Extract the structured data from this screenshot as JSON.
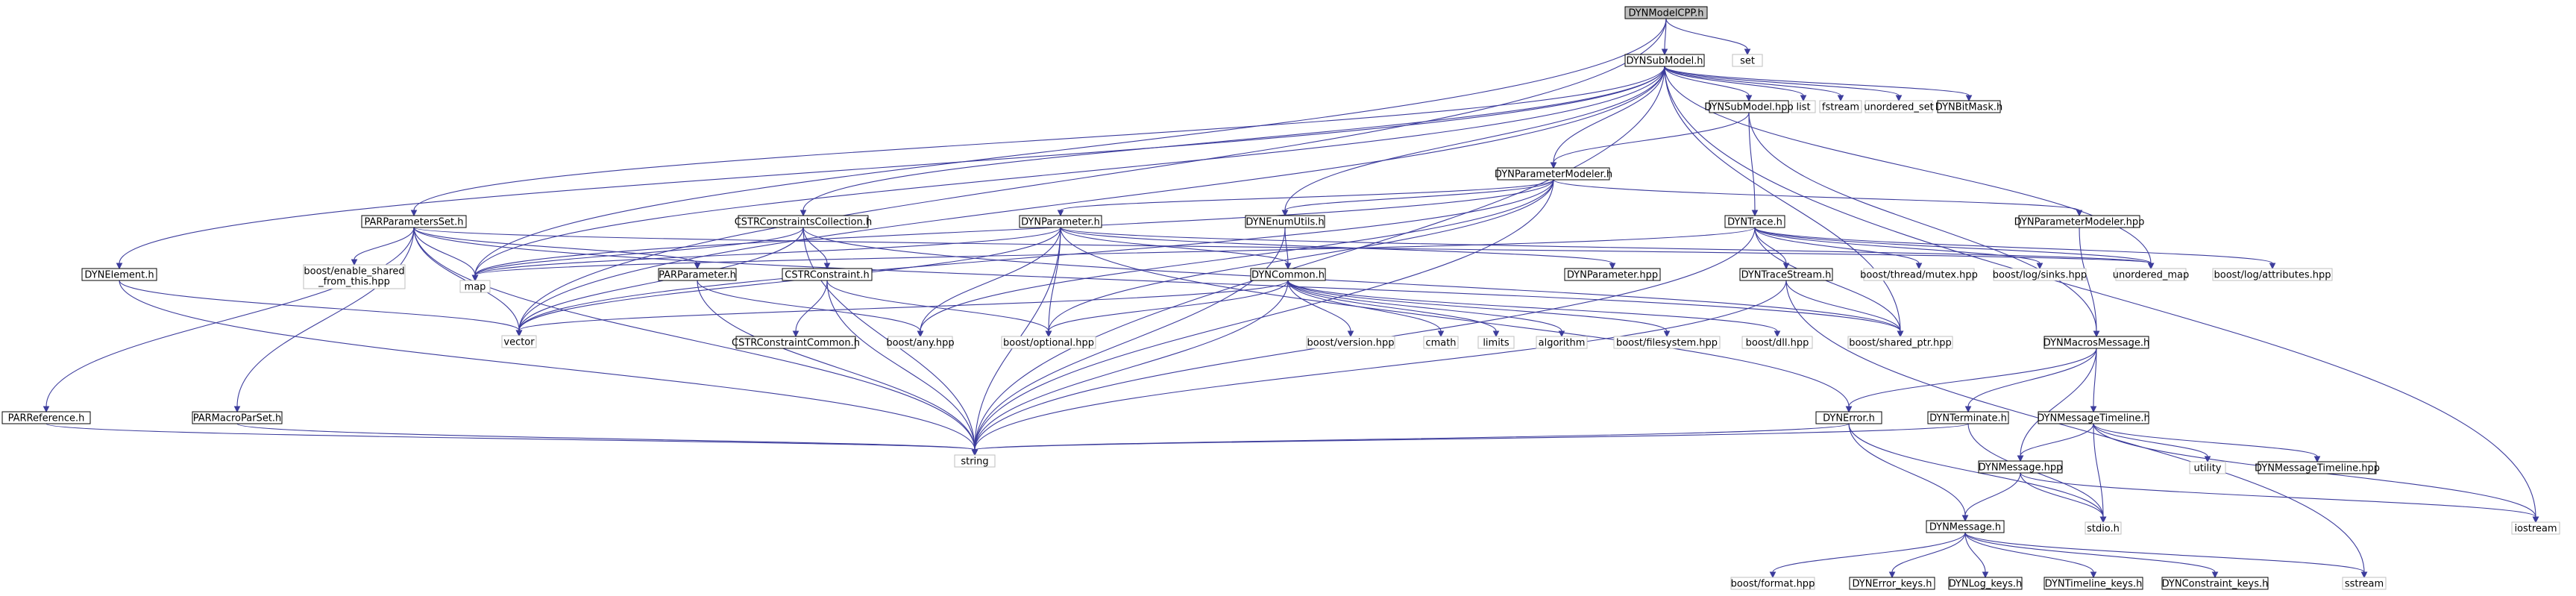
{
  "colors": {
    "edge": "#3c3c9c",
    "root_fill": "#bfbfbf",
    "node_fill": "#ffffff",
    "node_stroke": "#000000",
    "external_stroke": "#bfbfbf"
  },
  "nodes": [
    {
      "id": "root",
      "label": "DYNModelCPP.h",
      "kind": "root"
    },
    {
      "id": "submodel",
      "label": "DYNSubModel.h",
      "kind": "local"
    },
    {
      "id": "set",
      "label": "set",
      "kind": "external"
    },
    {
      "id": "vector",
      "label": "vector",
      "kind": "external"
    },
    {
      "id": "map",
      "label": "map",
      "kind": "external"
    },
    {
      "id": "list",
      "label": "list",
      "kind": "external"
    },
    {
      "id": "fstream",
      "label": "fstream",
      "kind": "external"
    },
    {
      "id": "unordered_set",
      "label": "unordered_set",
      "kind": "external"
    },
    {
      "id": "bitmask",
      "label": "DYNBitMask.h",
      "kind": "local"
    },
    {
      "id": "iostream",
      "label": "iostream",
      "kind": "external"
    },
    {
      "id": "submodelhpp",
      "label": "DYNSubModel.hpp",
      "kind": "local"
    },
    {
      "id": "parammodeler",
      "label": "DYNParameterModeler.h",
      "kind": "local"
    },
    {
      "id": "paramset",
      "label": "PARParametersSet.h",
      "kind": "local"
    },
    {
      "id": "cstrcoll",
      "label": "CSTRConstraintsCollection.h",
      "kind": "local"
    },
    {
      "id": "dynparam",
      "label": "DYNParameter.h",
      "kind": "local"
    },
    {
      "id": "enumutils",
      "label": "DYNEnumUtils.h",
      "kind": "local"
    },
    {
      "id": "trace",
      "label": "DYNTrace.h",
      "kind": "local"
    },
    {
      "id": "parammodelerhpp",
      "label": "DYNParameterModeler.hpp",
      "kind": "local"
    },
    {
      "id": "element",
      "label": "DYNElement.h",
      "kind": "local"
    },
    {
      "id": "enable_shared",
      "label": "boost/enable_shared",
      "label2": "_from_this.hpp",
      "kind": "external"
    },
    {
      "id": "parparam",
      "label": "PARParameter.h",
      "kind": "local"
    },
    {
      "id": "cstrconstraint",
      "label": "CSTRConstraint.h",
      "kind": "local"
    },
    {
      "id": "dyncommon",
      "label": "DYNCommon.h",
      "kind": "local"
    },
    {
      "id": "dynparamhpp",
      "label": "DYNParameter.hpp",
      "kind": "local"
    },
    {
      "id": "tracestream",
      "label": "DYNTraceStream.h",
      "kind": "local"
    },
    {
      "id": "thread_mutex",
      "label": "boost/thread/mutex.hpp",
      "kind": "external"
    },
    {
      "id": "log_sinks",
      "label": "boost/log/sinks.hpp",
      "kind": "external"
    },
    {
      "id": "unordered_map",
      "label": "unordered_map",
      "kind": "external"
    },
    {
      "id": "log_attributes",
      "label": "boost/log/attributes.hpp",
      "kind": "external"
    },
    {
      "id": "boost_any",
      "label": "boost/any.hpp",
      "kind": "external"
    },
    {
      "id": "boost_optional",
      "label": "boost/optional.hpp",
      "kind": "external"
    },
    {
      "id": "cstrcommon",
      "label": "CSTRConstraintCommon.h",
      "kind": "local"
    },
    {
      "id": "boost_version",
      "label": "boost/version.hpp",
      "kind": "external"
    },
    {
      "id": "cmath",
      "label": "cmath",
      "kind": "external"
    },
    {
      "id": "limits",
      "label": "limits",
      "kind": "external"
    },
    {
      "id": "algorithm",
      "label": "algorithm",
      "kind": "external"
    },
    {
      "id": "boost_fs",
      "label": "boost/filesystem.hpp",
      "kind": "external"
    },
    {
      "id": "boost_dll",
      "label": "boost/dll.hpp",
      "kind": "external"
    },
    {
      "id": "shared_ptr",
      "label": "boost/shared_ptr.hpp",
      "kind": "external"
    },
    {
      "id": "macrosmsg",
      "label": "DYNMacrosMessage.h",
      "kind": "local"
    },
    {
      "id": "parref",
      "label": "PARReference.h",
      "kind": "local"
    },
    {
      "id": "parmacro",
      "label": "PARMacroParSet.h",
      "kind": "local"
    },
    {
      "id": "string",
      "label": "string",
      "kind": "external"
    },
    {
      "id": "dynerror",
      "label": "DYNError.h",
      "kind": "local"
    },
    {
      "id": "terminate",
      "label": "DYNTerminate.h",
      "kind": "local"
    },
    {
      "id": "msgtimeline",
      "label": "DYNMessageTimeline.h",
      "kind": "local"
    },
    {
      "id": "msghpp",
      "label": "DYNMessage.hpp",
      "kind": "local"
    },
    {
      "id": "utility",
      "label": "utility",
      "kind": "external"
    },
    {
      "id": "msgtimelinehpp",
      "label": "DYNMessageTimeline.hpp",
      "kind": "local"
    },
    {
      "id": "stdio",
      "label": "stdio.h",
      "kind": "external"
    },
    {
      "id": "dynmessage",
      "label": "DYNMessage.h",
      "kind": "local"
    },
    {
      "id": "boost_format",
      "label": "boost/format.hpp",
      "kind": "external"
    },
    {
      "id": "error_keys",
      "label": "DYNError_keys.h",
      "kind": "local"
    },
    {
      "id": "log_keys",
      "label": "DYNLog_keys.h",
      "kind": "local"
    },
    {
      "id": "timeline_keys",
      "label": "DYNTimeline_keys.h",
      "kind": "local"
    },
    {
      "id": "constraint_keys",
      "label": "DYNConstraint_keys.h",
      "kind": "local"
    },
    {
      "id": "sstream",
      "label": "sstream",
      "kind": "external"
    }
  ],
  "edges": [
    [
      "root",
      "submodel"
    ],
    [
      "root",
      "set"
    ],
    [
      "root",
      "vector"
    ],
    [
      "root",
      "map"
    ],
    [
      "submodel",
      "list"
    ],
    [
      "submodel",
      "fstream"
    ],
    [
      "submodel",
      "unordered_set"
    ],
    [
      "submodel",
      "bitmask"
    ],
    [
      "submodel",
      "iostream"
    ],
    [
      "submodel",
      "submodelhpp"
    ],
    [
      "submodel",
      "parammodeler"
    ],
    [
      "submodel",
      "paramset"
    ],
    [
      "submodel",
      "cstrcoll"
    ],
    [
      "submodel",
      "enumutils"
    ],
    [
      "submodel",
      "element"
    ],
    [
      "submodel",
      "map"
    ],
    [
      "submodel",
      "vector"
    ],
    [
      "submodel",
      "string"
    ],
    [
      "submodel",
      "unordered_map"
    ],
    [
      "submodel",
      "shared_ptr"
    ],
    [
      "submodelhpp",
      "parammodeler"
    ],
    [
      "submodelhpp",
      "trace"
    ],
    [
      "submodelhpp",
      "macrosmsg"
    ],
    [
      "parammodeler",
      "map"
    ],
    [
      "parammodeler",
      "vector"
    ],
    [
      "parammodeler",
      "string"
    ],
    [
      "parammodeler",
      "dynparam"
    ],
    [
      "parammodeler",
      "enumutils"
    ],
    [
      "parammodeler",
      "parammodelerhpp"
    ],
    [
      "parammodeler",
      "boost_any"
    ],
    [
      "parammodeler",
      "boost_optional"
    ],
    [
      "paramset",
      "map"
    ],
    [
      "paramset",
      "vector"
    ],
    [
      "paramset",
      "string"
    ],
    [
      "paramset",
      "enable_shared"
    ],
    [
      "paramset",
      "parparam"
    ],
    [
      "paramset",
      "parref"
    ],
    [
      "paramset",
      "parmacro"
    ],
    [
      "paramset",
      "shared_ptr"
    ],
    [
      "paramset",
      "unordered_map"
    ],
    [
      "cstrcoll",
      "cstrconstraint"
    ],
    [
      "cstrcoll",
      "map"
    ],
    [
      "cstrcoll",
      "vector"
    ],
    [
      "cstrcoll",
      "string"
    ],
    [
      "cstrcoll",
      "shared_ptr"
    ],
    [
      "dynparam",
      "map"
    ],
    [
      "dynparam",
      "vector"
    ],
    [
      "dynparam",
      "string"
    ],
    [
      "dynparam",
      "boost_any"
    ],
    [
      "dynparam",
      "boost_optional"
    ],
    [
      "dynparam",
      "dyncommon"
    ],
    [
      "dynparam",
      "dynparamhpp"
    ],
    [
      "dynparam",
      "dynerror"
    ],
    [
      "dynparam",
      "unordered_map"
    ],
    [
      "enumutils",
      "dyncommon"
    ],
    [
      "enumutils",
      "string"
    ],
    [
      "trace",
      "map"
    ],
    [
      "trace",
      "string"
    ],
    [
      "trace",
      "tracestream"
    ],
    [
      "trace",
      "thread_mutex"
    ],
    [
      "trace",
      "log_sinks"
    ],
    [
      "trace",
      "unordered_map"
    ],
    [
      "trace",
      "log_attributes"
    ],
    [
      "trace",
      "shared_ptr"
    ],
    [
      "parammodelerhpp",
      "macrosmsg"
    ],
    [
      "element",
      "vector"
    ],
    [
      "element",
      "string"
    ],
    [
      "parparam",
      "string"
    ],
    [
      "parparam",
      "boost_any"
    ],
    [
      "cstrconstraint",
      "cstrcommon"
    ],
    [
      "cstrconstraint",
      "string"
    ],
    [
      "cstrconstraint",
      "boost_optional"
    ],
    [
      "dyncommon",
      "vector"
    ],
    [
      "dyncommon",
      "string"
    ],
    [
      "dyncommon",
      "boost_optional"
    ],
    [
      "dyncommon",
      "boost_version"
    ],
    [
      "dyncommon",
      "cmath"
    ],
    [
      "dyncommon",
      "limits"
    ],
    [
      "dyncommon",
      "algorithm"
    ],
    [
      "dyncommon",
      "boost_fs"
    ],
    [
      "dyncommon",
      "boost_dll"
    ],
    [
      "tracestream",
      "shared_ptr"
    ],
    [
      "tracestream",
      "string"
    ],
    [
      "tracestream",
      "sstream"
    ],
    [
      "macrosmsg",
      "dynerror"
    ],
    [
      "macrosmsg",
      "terminate"
    ],
    [
      "macrosmsg",
      "msgtimeline"
    ],
    [
      "macrosmsg",
      "msghpp"
    ],
    [
      "parref",
      "string"
    ],
    [
      "parmacro",
      "string"
    ],
    [
      "dynerror",
      "string"
    ],
    [
      "dynerror",
      "dynmessage"
    ],
    [
      "dynerror",
      "stdio"
    ],
    [
      "terminate",
      "string"
    ],
    [
      "terminate",
      "stdio"
    ],
    [
      "msgtimeline",
      "msghpp"
    ],
    [
      "msgtimeline",
      "utility"
    ],
    [
      "msgtimeline",
      "msgtimelinehpp"
    ],
    [
      "msgtimeline",
      "stdio"
    ],
    [
      "msgtimeline",
      "iostream"
    ],
    [
      "msghpp",
      "dynmessage"
    ],
    [
      "msghpp",
      "stdio"
    ],
    [
      "msghpp",
      "iostream"
    ],
    [
      "dynmessage",
      "boost_format"
    ],
    [
      "dynmessage",
      "error_keys"
    ],
    [
      "dynmessage",
      "log_keys"
    ],
    [
      "dynmessage",
      "timeline_keys"
    ],
    [
      "dynmessage",
      "constraint_keys"
    ],
    [
      "dynmessage",
      "sstream"
    ]
  ]
}
